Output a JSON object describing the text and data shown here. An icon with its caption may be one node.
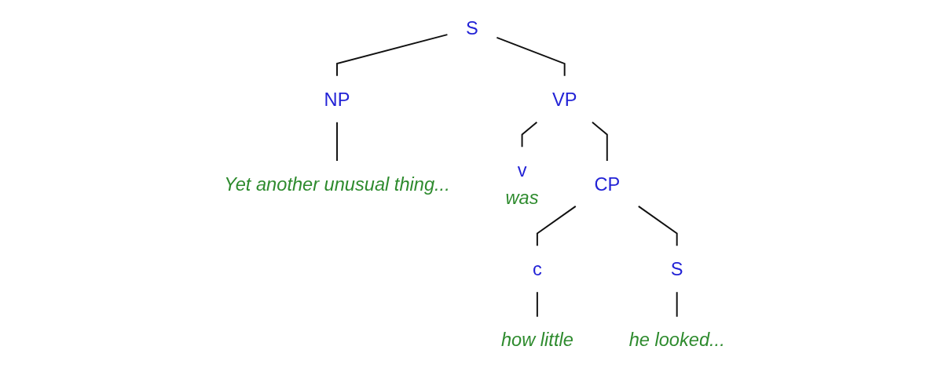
{
  "diagram": {
    "nodes": [
      {
        "text": [
          "S"
        ]
      },
      {
        "text": [
          "NP"
        ]
      },
      {
        "text": [
          "VP"
        ]
      },
      {
        "text": [
          "Yet another unusual thing..."
        ]
      },
      {
        "text": [
          "v"
        ],
        "beside": [
          "was"
        ]
      },
      {
        "text": [
          "CP"
        ]
      },
      {
        "text": [
          "c"
        ]
      },
      {
        "text": [
          "S"
        ]
      },
      {
        "text": [
          "how little"
        ]
      },
      {
        "text": [
          "he looked..."
        ]
      }
    ],
    "edges": [
      {
        "from": 0,
        "to": 1,
        "arrow": "none"
      },
      {
        "from": 0,
        "to": 2,
        "arrow": "none"
      },
      {
        "from": 1,
        "to": 3,
        "arrow": "none"
      },
      {
        "from": 2,
        "to": 4,
        "arrow": "none"
      },
      {
        "from": 2,
        "to": 5,
        "arrow": "none"
      },
      {
        "from": 5,
        "to": 6,
        "arrow": "none"
      },
      {
        "from": 5,
        "to": 7,
        "arrow": "none"
      },
      {
        "from": 6,
        "to": 8,
        "arrow": "none"
      },
      {
        "from": 7,
        "to": 9,
        "arrow": "none"
      }
    ]
  }
}
